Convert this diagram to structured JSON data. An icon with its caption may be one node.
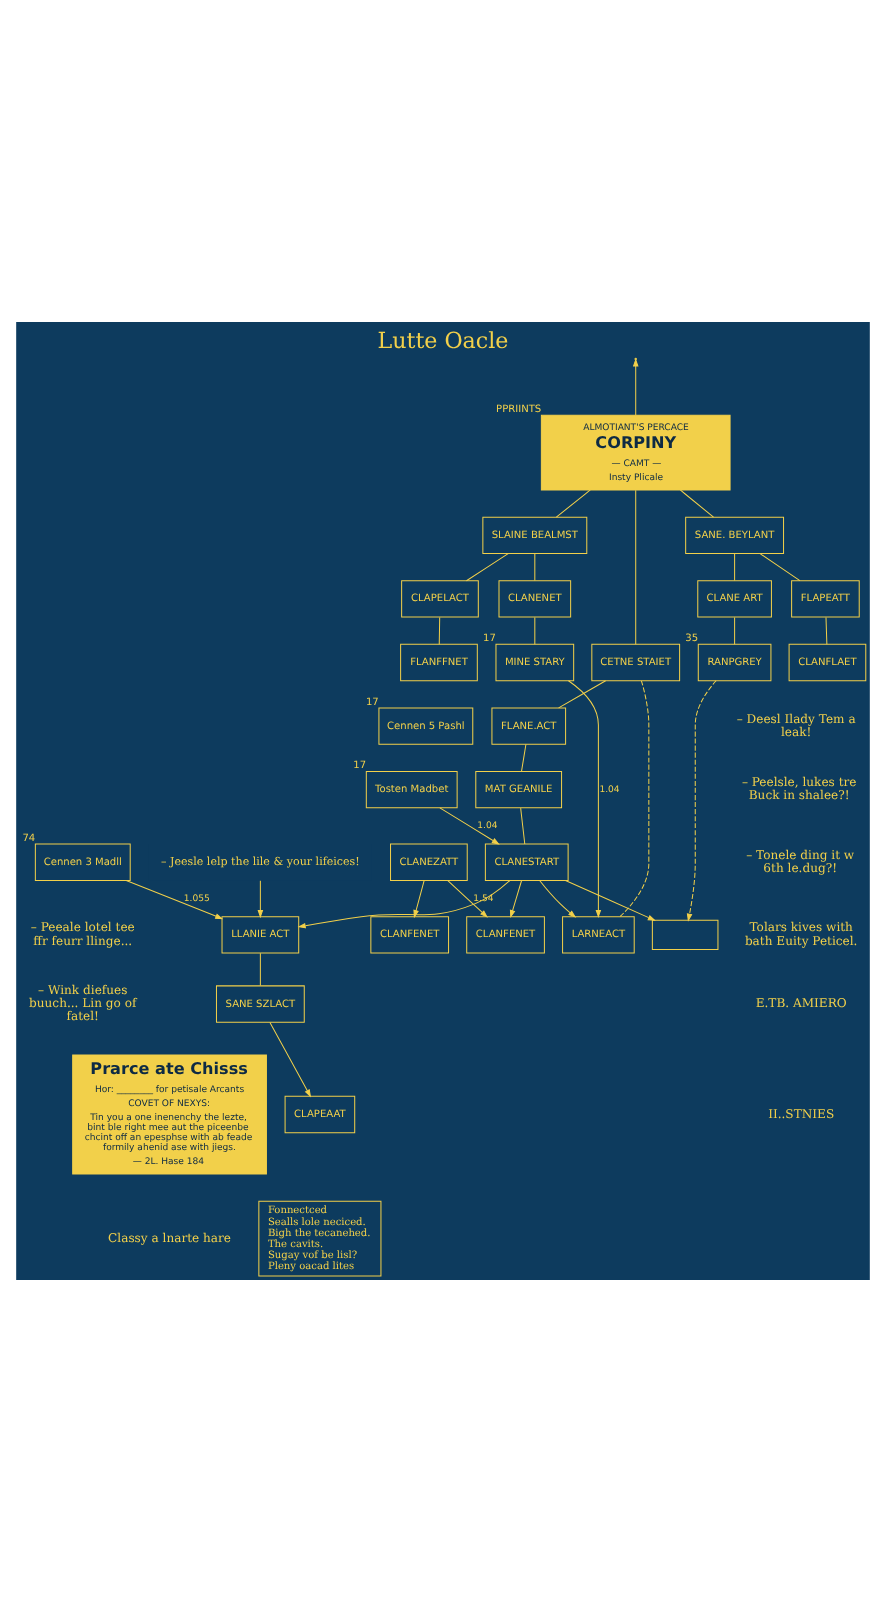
{
  "diagram": {
    "title": "Lutte Oacle",
    "nodes": [
      {
        "text": [
          "ALMOTIANT'S PERCACE",
          "CORPINY",
          "— CAMT —",
          "Insty Plicale"
        ],
        "beside": [
          "PPRIINTS"
        ]
      },
      {
        "text": [
          "SLAINE BEALMST"
        ]
      },
      {
        "text": [
          "CETNE STAIET"
        ]
      },
      {
        "text": [
          "SANE. BEYLANT"
        ]
      },
      {
        "text": [
          "CLANENET"
        ]
      },
      {
        "text": [
          "CLAPELACT"
        ]
      },
      {
        "text": [
          "FLANE.ACT"
        ]
      },
      {
        "text": [
          "FLAPEATT"
        ]
      },
      {
        "text": [
          "CLANE ART"
        ]
      },
      {
        "text": [
          "MINE STARY"
        ],
        "beside": [
          "17"
        ]
      },
      {
        "text": [
          "FLANFFNET"
        ]
      },
      {
        "text": [
          "MAT GEANILE"
        ]
      },
      {
        "text": [
          "CLANFLAET"
        ]
      },
      {
        "text": [
          "RANPGREY"
        ],
        "beside": [
          "35"
        ]
      },
      {
        "text": [
          "Cennen 5 Pashl"
        ],
        "beside": [
          "17"
        ]
      },
      {
        "text": [
          "LARNEACT"
        ]
      },
      {
        "text": [
          "CLANESTART"
        ]
      },
      {
        "text": [],
        "shape": "box"
      },
      {
        "text": [
          "Tosten Madbet"
        ],
        "beside": [
          "17"
        ]
      },
      {
        "text": [
          "CLANFENET"
        ]
      },
      {
        "text": [
          "CLANEZATT"
        ]
      },
      {
        "text": [
          "CLANFENET"
        ]
      },
      {
        "text": [
          "Cennen 3 Madll"
        ],
        "beside": [
          "74"
        ]
      },
      {
        "text": [
          "LLANIE ACT"
        ]
      },
      {
        "text": [
          "SANE SZLACT"
        ]
      },
      {
        "text": [
          "CLAPEAAT"
        ]
      },
      {
        "text": [
          "– Jeesle lelp the lile & your lifeices!"
        ]
      },
      {
        "text": [
          "Prarce ate Chisss",
          "Hor: ________ for petisale Arcants",
          "COVET OF NEXYS:",
          "Tin you a one inenenchy the lezte, bint ble right mee aut the piceenbe chcint off an epesphse with ab feade formily ahenid ase with jiegs.",
          "— 2L. Hase 184"
        ]
      },
      {
        "text": [
          "Fonnectced",
          "Sealls lole neciced.",
          "Bigh the tecanehed.",
          "The cavits.",
          "Sugay vof be lisl?",
          "Pleny oacad lites"
        ]
      }
    ],
    "edges": [
      {
        "from": 0,
        "to": null,
        "arrow": "to"
      },
      {
        "from": 0,
        "to": 1,
        "arrow": "none"
      },
      {
        "from": 0,
        "to": 2,
        "arrow": "none"
      },
      {
        "from": 0,
        "to": 3,
        "arrow": "none"
      },
      {
        "from": 1,
        "to": 4,
        "arrow": "none"
      },
      {
        "from": 1,
        "to": 5,
        "arrow": "none"
      },
      {
        "from": 2,
        "to": 6,
        "arrow": "none"
      },
      {
        "from": 3,
        "to": 7,
        "arrow": "none"
      },
      {
        "from": 3,
        "to": 8,
        "arrow": "none"
      },
      {
        "from": 4,
        "to": 9,
        "arrow": "none"
      },
      {
        "from": 5,
        "to": 10,
        "arrow": "none"
      },
      {
        "from": 6,
        "to": 11,
        "arrow": "none"
      },
      {
        "from": 7,
        "to": 12,
        "arrow": "none"
      },
      {
        "from": 8,
        "to": 13,
        "arrow": "none"
      },
      {
        "from": 2,
        "to": 15,
        "arrow": "none",
        "style": "dashed"
      },
      {
        "from": 9,
        "to": 15,
        "arrow": "to",
        "label": "1.04"
      },
      {
        "from": 11,
        "to": 16,
        "arrow": "none"
      },
      {
        "from": 16,
        "to": 15,
        "arrow": "to"
      },
      {
        "from": 16,
        "to": 17,
        "arrow": "to"
      },
      {
        "from": 13,
        "to": 17,
        "arrow": "to",
        "style": "dashed"
      },
      {
        "from": 18,
        "to": 16,
        "arrow": "to",
        "label": "1.04"
      },
      {
        "from": 16,
        "to": 19,
        "arrow": "to"
      },
      {
        "from": 20,
        "to": 19,
        "arrow": "to",
        "label": "1.54"
      },
      {
        "from": 20,
        "to": 21,
        "arrow": "to"
      },
      {
        "from": 22,
        "to": 23,
        "arrow": "to",
        "label": "1.055"
      },
      {
        "from": 16,
        "to": 23,
        "arrow": "to"
      },
      {
        "from": 26,
        "to": 23,
        "arrow": "to"
      },
      {
        "from": 23,
        "to": 24,
        "arrow": "none"
      },
      {
        "from": 24,
        "to": 25,
        "arrow": "to"
      }
    ],
    "labels": [
      "– Deesl Ilady Tem a leak!",
      "– Peelsle, lukes tre Buck in shalee?!",
      "– Peeale lotel tee ffr feurr llinge...",
      "– Wink diefues buuch... Lin go of fatel!",
      "– Tonele ding it w 6th le.dug?!",
      "Classy a lnarte hare",
      "Tolars kives with bath Euity Peticel.",
      "E.TB. AMIERO",
      "II..STNIES"
    ]
  }
}
